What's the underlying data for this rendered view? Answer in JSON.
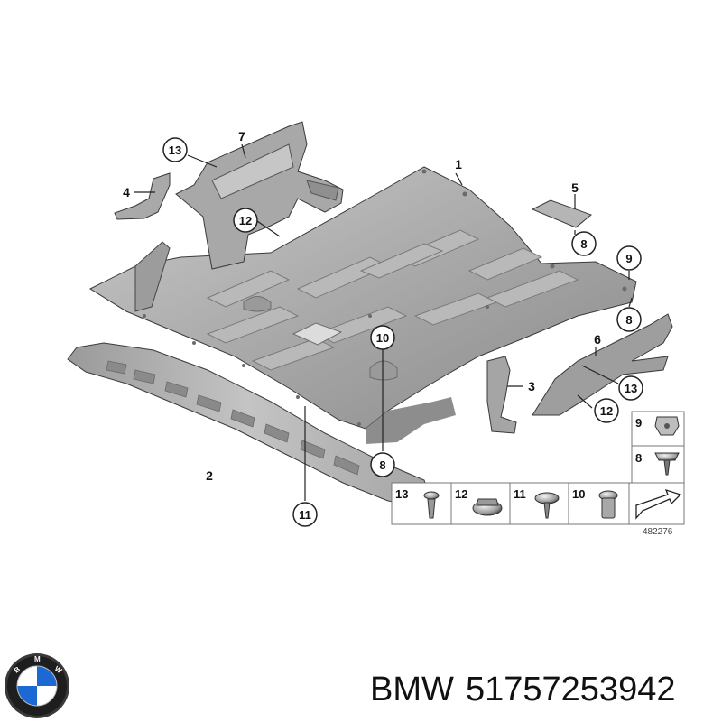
{
  "callouts": {
    "c1": "1",
    "c2": "2",
    "c3": "3",
    "c4": "4",
    "c5": "5",
    "c6": "6",
    "c7": "7",
    "c8a": "8",
    "c8b": "8",
    "c8c": "8",
    "c9": "9",
    "c10": "10",
    "c11": "11",
    "c12a": "12",
    "c12b": "12",
    "c13a": "13",
    "c13b": "13"
  },
  "legend": {
    "i9": "9",
    "i8": "8",
    "i13": "13",
    "i12": "12",
    "i11": "11",
    "i10": "10"
  },
  "catalog_number": "482276",
  "footer": {
    "brand": "BMW",
    "part_number": "51757253942"
  },
  "colors": {
    "metal": "#a9a9a9",
    "metal_dark": "#7d7d7d",
    "metal_light": "#d2d2d2",
    "bmw_blue": "#1c69d4"
  }
}
